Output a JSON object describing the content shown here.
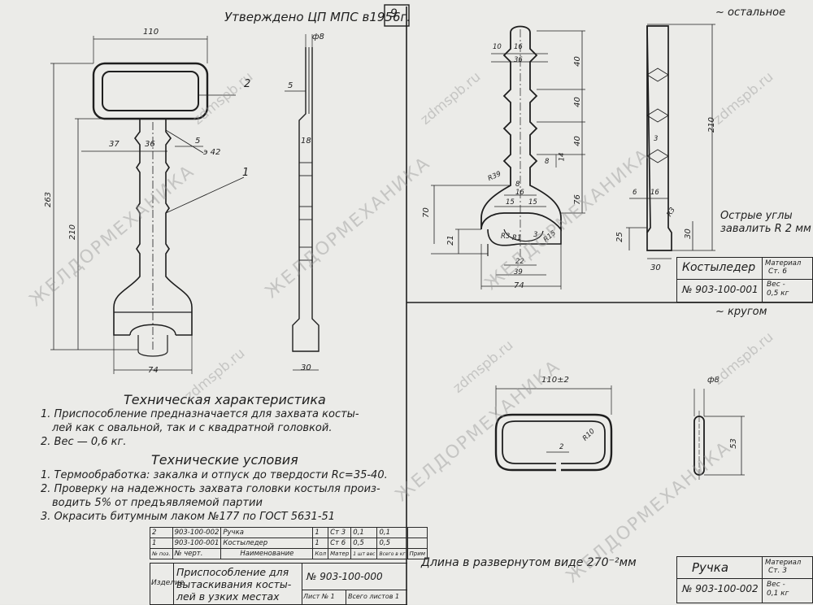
{
  "header": {
    "approval": "Утверждено ЦП МПС в1956г.",
    "sheet_no": "9",
    "tolerance_top": "~ остальное",
    "tolerance_mid": "~ кругом"
  },
  "dims_left": {
    "d110": "110",
    "d8": "ф8",
    "d2": "2",
    "d1": "1",
    "d5a": "5",
    "d5b": "5",
    "d37": "37",
    "d36": "36",
    "e42": "э  42",
    "d18": "18",
    "d263": "263",
    "d210": "210",
    "d74": "74",
    "d30": "30"
  },
  "dims_center": {
    "d10": "10",
    "d16a": "16",
    "d36": "36",
    "d40a": "40",
    "d40b": "40",
    "d40c": "40",
    "d8a": "8",
    "d14": "14",
    "r39": "R39",
    "d8b": "8",
    "d16b": "16",
    "d15a": "15",
    "d15b": "15",
    "d76": "76",
    "d70": "70",
    "d21": "21",
    "r3": "R3",
    "d22": "22",
    "d39": "39",
    "d74": "74",
    "r15": "R15",
    "r1": "R1",
    "d3": "3"
  },
  "dims_right": {
    "d210": "210",
    "d6": "6",
    "d16": "16",
    "d3": "3",
    "r3": "R3",
    "d25": "25",
    "d30v": "30",
    "d30h": "30"
  },
  "note_corners": [
    "Острые углы",
    "завалить R 2 мм"
  ],
  "stamp_kostyleder": {
    "name": "Костыледер",
    "material_label": "Материал",
    "material": "Ст. 6",
    "number": "№ 903-100-001",
    "weight_label": "Вес -",
    "weight": "0,5 кг"
  },
  "handle": {
    "d110": "110±2",
    "d8": "ф8",
    "r10": "R10",
    "d2": "2",
    "d53": "53",
    "unfolded": "Длина в развернутом виде  270⁻²мм"
  },
  "stamp_ruchka": {
    "name": "Ручка",
    "material_label": "Материал",
    "material": "Ст. 3",
    "number": "№ 903-100-002",
    "weight_label": "Вес -",
    "weight": "0,1 кг"
  },
  "tech_char": {
    "title": "Техническая характеристика",
    "lines": [
      "1. Приспособление предназначается  для захвата косты-",
      "лей как с овальной, так и с квадратной головкой.",
      "2. Вес  —  0,6 кг."
    ]
  },
  "tech_cond": {
    "title": "Технические условия",
    "lines": [
      "1. Термообработка: закалка и отпуск до твердости Rc=35-40.",
      "2. Проверку на надежность захвата головки костыля произ-",
      "водить 5% от предъявляемой партии",
      "3. Окрасить битумным лаком №177 по ГОСТ 5631-51"
    ]
  },
  "bom": {
    "rows": [
      [
        "2",
        "903-100-002",
        "Ручка",
        "1",
        "Ст 3",
        "0,1",
        "0,1",
        ""
      ],
      [
        "1",
        "903-100-001",
        "Костыледер",
        "1",
        "Ст 6",
        "0,5",
        "0,5",
        ""
      ]
    ],
    "header": [
      "№ поз.",
      "№ черт.",
      "Наименование",
      "Кол",
      "Матер",
      "1 шт вес",
      "Всего в кг",
      "Прим"
    ]
  },
  "title_block": {
    "label": "Изделие",
    "name_lines": [
      "Приспособление для",
      "вытаскивания косты-",
      "лей в узких местах"
    ],
    "number": "№ 903-100-000",
    "sheet": "Лист № 1",
    "sheets_total": "Всего листов 1"
  },
  "watermarks": [
    "ЖЕЛДОРМЕХАНИКА",
    "zdmspb.ru"
  ]
}
